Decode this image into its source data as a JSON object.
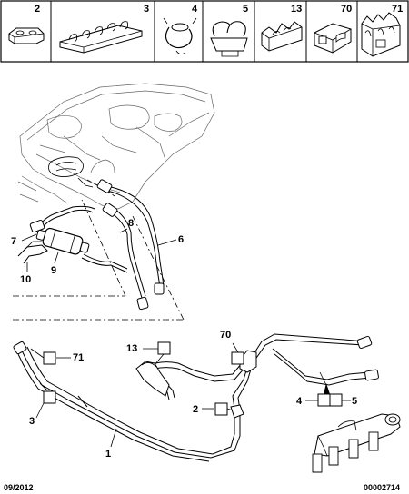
{
  "legend": [
    {
      "ref": "2"
    },
    {
      "ref": "3"
    },
    {
      "ref": "4"
    },
    {
      "ref": "5"
    },
    {
      "ref": "13"
    },
    {
      "ref": "70"
    },
    {
      "ref": "71"
    }
  ],
  "callouts": {
    "c1": "1",
    "c2": "2",
    "c3": "3",
    "c4": "4",
    "c5": "5",
    "c6": "6",
    "c7": "7",
    "c8": "8",
    "c9": "9",
    "c10": "10",
    "c13": "13",
    "c70": "70",
    "c71": "71"
  },
  "footer": {
    "date": "09/2012",
    "reference": "00002714"
  }
}
